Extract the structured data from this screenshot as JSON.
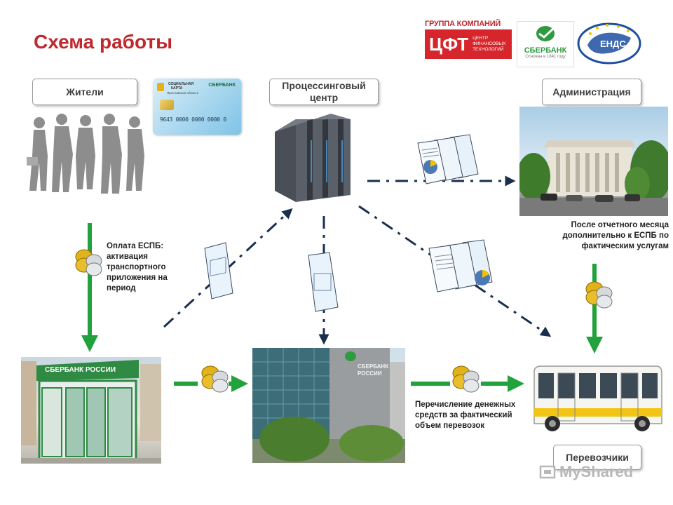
{
  "title": "Схема работы",
  "labels": {
    "residents": "Жители",
    "processing": "Процессинговый центр",
    "administration": "Администрация",
    "carriers": "Перевозчики"
  },
  "notes": {
    "payment": "Оплата ЕСПБ: активация транспортного приложения на период",
    "after_month": "После отчетного месяца дополнительно  к ЕСПБ по фактическим услугам",
    "transfer": "Перечисление денежных средств за фактический объем перевозок"
  },
  "card": {
    "number": "9643 0000 0000 0000 0",
    "bank": "СБЕРБАНК",
    "type_line1": "СОЦИАЛЬНАЯ",
    "type_line2": "КАРТА",
    "region": "Ярославская область"
  },
  "logos": {
    "cft_top": "ГРУППА КОМПАНИЙ",
    "cft_main": "ЦФТ",
    "cft_sub": "ЦЕНТР ФИНАНСОВЫХ ТЕХНОЛОГИЙ",
    "sber": "СБЕРБАНК",
    "sber_sub": "Основан в 1841 году",
    "ends": "ЕНДС"
  },
  "kiosk_sign": "СБЕРБАНК РОССИИ",
  "building_sign": "СБЕРБАНК РОССИИ",
  "watermark": "MyShared",
  "colors": {
    "title": "#c0282e",
    "green_arrow": "#22a23c",
    "dash_arrow": "#1a2f4f"
  }
}
